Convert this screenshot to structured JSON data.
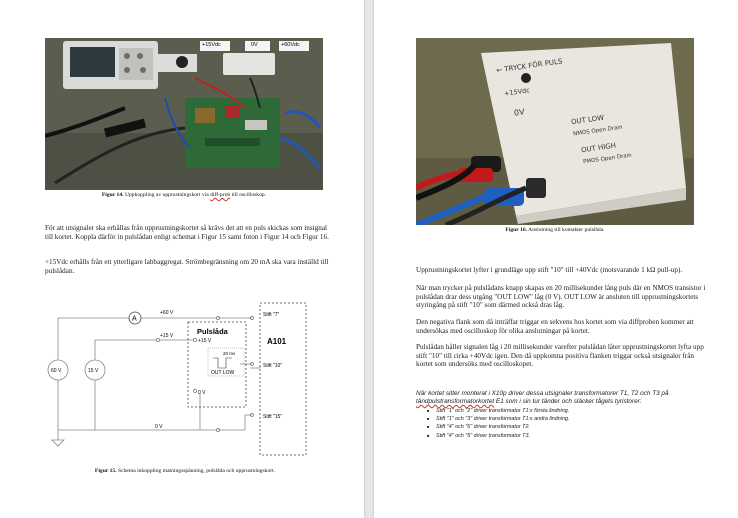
{
  "left_page": {
    "fig14": {
      "label_15v": "+15Vdc",
      "label_0v": "0V",
      "label_60v": "+60Vdc",
      "caption_bold": "Figur 14.",
      "caption_pre": " Uppkoppling av upprustningskort via ",
      "caption_underlined": "diff-prob",
      "caption_post": " till oscilloskop."
    },
    "para1": "För att utsignaler ska erhållas från upprustningskortet så krävs det att en puls skickas som insignal till kortet. Koppla därför in pulslådan enligt schemat i Figur 15 samt foton i Figur 14 och Figur 16.",
    "para2": "+15Vdc erhålls från ett ytterligare labbaggregat. Strömbegränsning om 20 mA ska vara inställd till pulslådan.",
    "schematic": {
      "ammeter": "A",
      "src60_label": "+60 V",
      "src15_label": "+15 V",
      "gnd_label": "0 V",
      "box_title": "Pulslåda",
      "box_15v": "+15 V",
      "box_0v": "0 V",
      "pulse_time": "20 ms",
      "pulse_out": "OUT LOW",
      "board": "A101",
      "pin7": "Stift \"7\"",
      "pin10": "Stift \"10\"",
      "pin15": "Stift \"15\"",
      "source60": "60 V",
      "source15": "15 V"
    },
    "fig15": {
      "caption_bold": "Figur 15.",
      "caption_text": " Schema inkoppling matningsspänning, pulslåda och upprustningskort."
    }
  },
  "right_page": {
    "fig16": {
      "box_text_1": "← TRYCK FÖR PULS",
      "box_text_2": "+15Vdc",
      "box_text_3": "0V",
      "box_text_4": "OUT LOW",
      "box_text_5": "NMOS Open Drain",
      "box_text_6": "OUT HIGH",
      "box_text_7": "PMOS Open Drain",
      "caption_bold": "Figur 16.",
      "caption_text": " Anslutning till kontakter pulslåda."
    },
    "para1": "Upprustningskortet lyfter i grundläge upp stift \"10\" till +40Vdc (motsvarande 1 kΩ pull-up).",
    "para2": "När man trycker på pulslådans knapp skapas en 20 millisekunder lång puls där en NMOS transistor i pulslådan drar dess utgång \"OUT LOW\" låg (0 V). OUT LOW är ansluten till upprustningskortets styringång på stift \"10\" som därmed också dras låg.",
    "para3": "Den negativa flank som då inträffar triggar en sekvens hos kortet som via diffproben kommer att undersökas med oscilloskop för olika anslutningar på kortet.",
    "para4": "Pulslådan håller signalen låg i 20 millisekunder varefter pulslådan låter upprustningskortet lyfta upp stift \"10\" till cirka +40Vdc igen. Den då uppkomna positiva flanken triggar också utsignaler från kortet som undersöks med oscilloskopet.",
    "italic_pre": "När kortet sitter monterat i X10p driver dessa utsignaler transformatorer T1, T2 och T3 på ",
    "italic_underlined": "tändpulstransformatorkortet",
    "italic_post": " E1 som i sin tur tänder och släcker tågets tyristorer:",
    "bullets": [
      "Stift \"1\" och \"2\" driver transformator T1:s första lindning.",
      "Stift \"1\" och \"3\" driver transformator T1:s andra lindning.",
      "Stift \"4\" och \"6\" driver transformator T2.",
      "Stift \"4\" och \"5\" driver transformator T3."
    ]
  }
}
